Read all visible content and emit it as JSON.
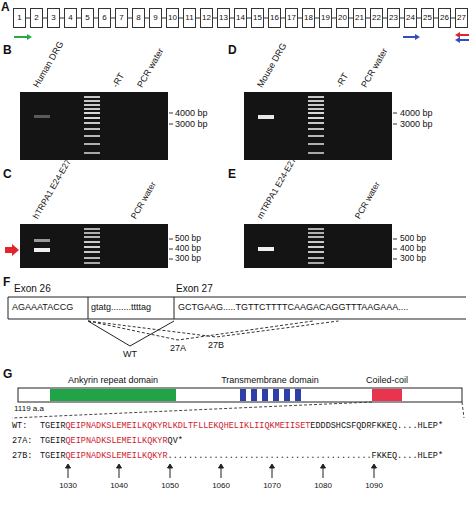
{
  "diagram": {
    "nodes": [
      {
        "text": [
          "1"
        ]
      },
      {
        "text": [
          "2"
        ]
      },
      {
        "text": [
          "3"
        ]
      },
      {
        "text": [
          "4"
        ]
      },
      {
        "text": [
          "5"
        ]
      },
      {
        "text": [
          "6"
        ]
      },
      {
        "text": [
          "7"
        ]
      },
      {
        "text": [
          "8"
        ]
      },
      {
        "text": [
          "9"
        ]
      },
      {
        "text": [
          "10"
        ]
      },
      {
        "text": [
          "11"
        ]
      },
      {
        "text": [
          "12"
        ]
      },
      {
        "text": [
          "13"
        ]
      },
      {
        "text": [
          "14"
        ]
      },
      {
        "text": [
          "15"
        ]
      },
      {
        "text": [
          "16"
        ]
      },
      {
        "text": [
          "17"
        ]
      },
      {
        "text": [
          "18"
        ]
      },
      {
        "text": [
          "19"
        ]
      },
      {
        "text": [
          "20"
        ]
      },
      {
        "text": [
          "21"
        ]
      },
      {
        "text": [
          "22"
        ]
      },
      {
        "text": [
          "23"
        ]
      },
      {
        "text": [
          "24"
        ]
      },
      {
        "text": [
          "25"
        ]
      },
      {
        "text": [
          "26"
        ]
      },
      {
        "text": [
          "27"
        ]
      }
    ],
    "edges": [
      {
        "from": 0,
        "to": 1,
        "arrow": "none"
      },
      {
        "from": 1,
        "to": 2,
        "arrow": "none"
      },
      {
        "from": 2,
        "to": 3,
        "arrow": "none"
      },
      {
        "from": 3,
        "to": 4,
        "arrow": "none"
      },
      {
        "from": 4,
        "to": 5,
        "arrow": "none"
      },
      {
        "from": 5,
        "to": 6,
        "arrow": "none"
      },
      {
        "from": 6,
        "to": 7,
        "arrow": "none"
      },
      {
        "from": 7,
        "to": 8,
        "arrow": "none"
      },
      {
        "from": 8,
        "to": 9,
        "arrow": "none"
      },
      {
        "from": 9,
        "to": 10,
        "arrow": "none"
      },
      {
        "from": 10,
        "to": 11,
        "arrow": "none"
      },
      {
        "from": 11,
        "to": 12,
        "arrow": "none"
      },
      {
        "from": 12,
        "to": 13,
        "arrow": "none"
      },
      {
        "from": 13,
        "to": 14,
        "arrow": "none"
      },
      {
        "from": 14,
        "to": 15,
        "arrow": "none"
      },
      {
        "from": 15,
        "to": 16,
        "arrow": "none"
      },
      {
        "from": 16,
        "to": 17,
        "arrow": "none"
      },
      {
        "from": 17,
        "to": 18,
        "arrow": "none"
      },
      {
        "from": 18,
        "to": 19,
        "arrow": "none"
      },
      {
        "from": 19,
        "to": 20,
        "arrow": "none"
      },
      {
        "from": 20,
        "to": 21,
        "arrow": "none"
      },
      {
        "from": 21,
        "to": 22,
        "arrow": "none"
      },
      {
        "from": 22,
        "to": 23,
        "arrow": "none"
      },
      {
        "from": 23,
        "to": 24,
        "arrow": "none"
      },
      {
        "from": 24,
        "to": 25,
        "arrow": "none"
      },
      {
        "from": 25,
        "to": 26,
        "arrow": "none"
      }
    ],
    "labels": [
      "A",
      "B",
      "Human DRG",
      "-RT",
      "PCR water",
      "4000 bp",
      "3000 bp",
      "D",
      "Mouse DRG",
      "-RT",
      "PCR water",
      "4000 bp",
      "3000 bp",
      "C",
      "hTRPA1 E24-E27",
      "PCR water",
      "500 bp",
      "400 bp",
      "300 bp",
      "E",
      "mTRPA1 E24-E27",
      "PCR water",
      "500 bp",
      "400 bp",
      "300 bp",
      "F",
      "Exon 26",
      "Exon 27",
      "AGAAATACCG",
      "gtatg........ttttag",
      "GCTGAAG.....TGTTCTTTTCAAGACAGGTTTAAGAAA....",
      "WT",
      "27A",
      "27B",
      "G",
      "Ankyrin repeat domain",
      "Transmembrane domain",
      "Coiled-coil",
      "1119 a.a",
      "WT:",
      "TGEIR",
      "QEIPNADKSLEMEILKQKYRLKDLTFLLEKQHELIKLIIQKMEIISET",
      "EDDDSHCSFQDRFKKEQ....HLEP*",
      "27A:",
      "TGEIR",
      "QEIPNADKSLEMEILKQKYR",
      "QV*",
      "27B:",
      "TGEIR",
      "QEIPNADKSLEMEILKQKYR",
      "........................................FKKEQ....HLEP*",
      "1030",
      "1040",
      "1050",
      "1060",
      "1070",
      "1080",
      "1090"
    ]
  }
}
